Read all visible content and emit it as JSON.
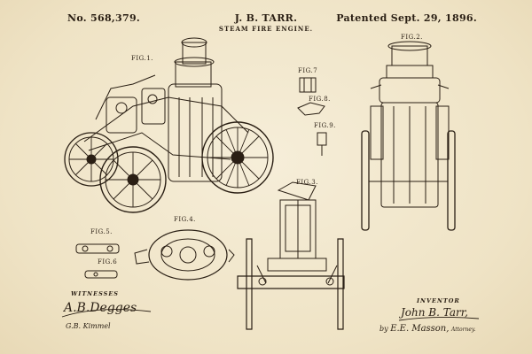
{
  "header": {
    "patent_number": "No. 568,379.",
    "inventor_name": "J. B. TARR.",
    "title": "STEAM FIRE ENGINE.",
    "patent_date": "Patented Sept. 29, 1896."
  },
  "figures": {
    "fig1": "FIG.1.",
    "fig2": "FIG.2.",
    "fig3": "FIG.3.",
    "fig4": "FIG.4.",
    "fig5": "FIG.5.",
    "fig6": "FIG.6",
    "fig7": "FIG.7",
    "fig8": "FIG.8.",
    "fig9": "FIG.9."
  },
  "footer": {
    "witnesses_label": "WITNESSES",
    "witness_1": "A.B.Degges",
    "witness_2": "G.B. Kimmel",
    "inventor_label": "INVENTOR",
    "inventor_signature": "John B. Tarr,",
    "attorney_prefix": "by",
    "attorney_name": "E.E. Masson,",
    "attorney_suffix": "Attorney."
  },
  "colors": {
    "paper": "#f3ead2",
    "ink": "#2a1f14"
  }
}
